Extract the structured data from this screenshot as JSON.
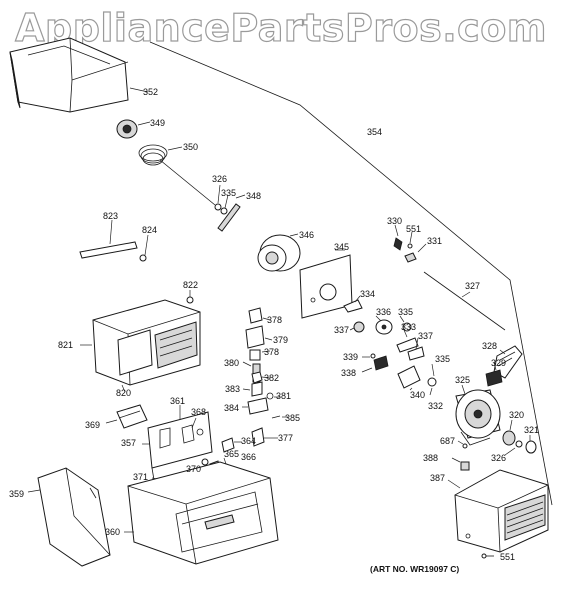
{
  "watermark": "AppliancePartsPros.com",
  "art_number": "(ART NO. WR19097 C)",
  "callouts": [
    "352",
    "349",
    "350",
    "326",
    "335",
    "348",
    "354",
    "823",
    "824",
    "346",
    "345",
    "330",
    "551",
    "331",
    "822",
    "327",
    "334",
    "378",
    "379",
    "378",
    "336",
    "335",
    "337",
    "333",
    "821",
    "380",
    "382",
    "337",
    "339",
    "338",
    "328",
    "329",
    "383",
    "381",
    "384",
    "385",
    "335",
    "340",
    "332",
    "325",
    "820",
    "369",
    "361",
    "368",
    "364",
    "377",
    "357",
    "687",
    "320",
    "321",
    "326",
    "388",
    "365",
    "366",
    "370",
    "371",
    "387",
    "359",
    "360",
    "551"
  ]
}
